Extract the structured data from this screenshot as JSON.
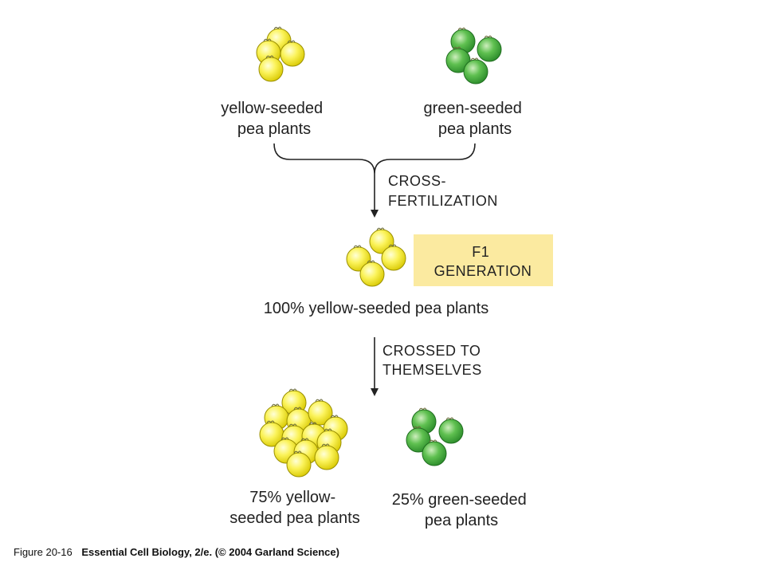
{
  "colors": {
    "yellow_seed": "#f5eb1e",
    "green_seed": "#3fae3a",
    "f1_box": "#fbeaa0",
    "ink": "#222222"
  },
  "parents": {
    "yellow_label": [
      "yellow-seeded",
      "pea plants"
    ],
    "green_label": [
      "green-seeded",
      "pea plants"
    ]
  },
  "step1": {
    "lines": [
      "CROSS-",
      "FERTILIZATION"
    ]
  },
  "f1": {
    "box_lines": [
      "F1",
      "GENERATION"
    ],
    "result": "100% yellow-seeded pea plants"
  },
  "step2": {
    "lines": [
      "CROSSED TO",
      "THEMSELVES"
    ]
  },
  "f2": {
    "yellow_label": [
      "75% yellow-",
      "seeded pea plants"
    ],
    "green_label": [
      "25% green-seeded",
      "pea plants"
    ]
  },
  "caption": {
    "figure": "Figure 20-16",
    "book": "Essential Cell Biology, 2/e. (© 2004 Garland Science)"
  }
}
